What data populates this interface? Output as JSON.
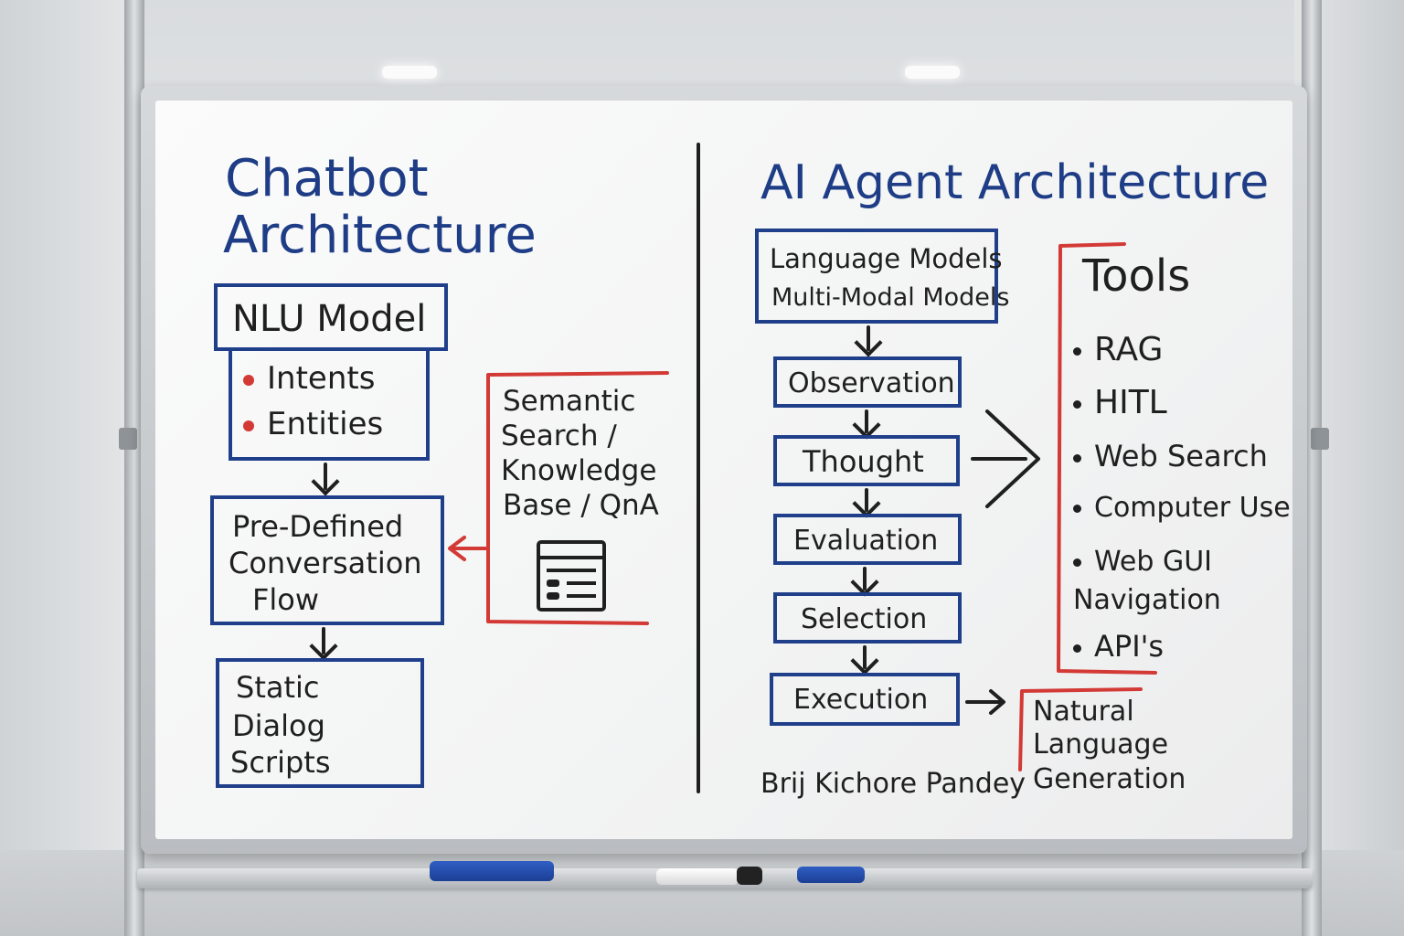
{
  "colors": {
    "marker_blue": "#1f3f8a",
    "marker_red": "#d33a36",
    "marker_black": "#1f1f1f",
    "board": "#f6f6f6"
  },
  "left": {
    "title_line1": "Chatbot",
    "title_line2": "Architecture",
    "nlu_box": "NLU Model",
    "nlu_items": [
      "Intents",
      "Entities"
    ],
    "flow_lines": [
      "Pre-Defined",
      "Conversation",
      "Flow"
    ],
    "scripts_lines": [
      "Static",
      "Dialog",
      "Scripts"
    ],
    "kb_lines": [
      "Semantic",
      "Search /",
      "Knowledge",
      "Base / QnA"
    ],
    "kb_icon": "document-list-icon"
  },
  "right": {
    "title": "AI Agent Architecture",
    "models_lines": [
      "Language Models",
      "Multi-Modal Models"
    ],
    "steps": [
      "Observation",
      "Thought",
      "Evaluation",
      "Selection",
      "Execution"
    ],
    "tools_title": "Tools",
    "tools": [
      "RAG",
      "HITL",
      "Web Search",
      "Computer Use",
      "Web GUI Navigation",
      "API's"
    ],
    "nlg_lines": [
      "Natural",
      "Language",
      "Generation"
    ],
    "author": "Brij Kichore Pandey"
  }
}
